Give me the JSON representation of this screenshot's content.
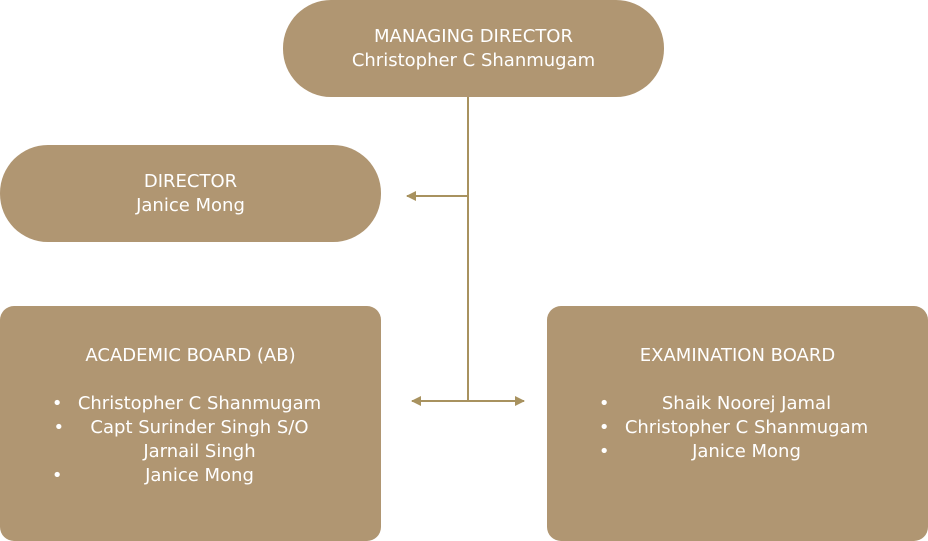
{
  "colors": {
    "box": "#b09672",
    "line": "#a8925f",
    "text": "#ffffff"
  },
  "managing_director": {
    "title": "MANAGING DIRECTOR",
    "name": "Christopher C Shanmugam"
  },
  "director": {
    "title": "DIRECTOR",
    "name": "Janice Mong"
  },
  "academic_board": {
    "title": "ACADEMIC BOARD (AB)",
    "members": [
      "Christopher C Shanmugam",
      "Capt Surinder Singh S/O Jarnail Singh",
      "Janice Mong"
    ]
  },
  "examination_board": {
    "title": "EXAMINATION BOARD",
    "members": [
      "Shaik Noorej Jamal",
      "Christopher C Shanmugam",
      "Janice Mong"
    ]
  }
}
